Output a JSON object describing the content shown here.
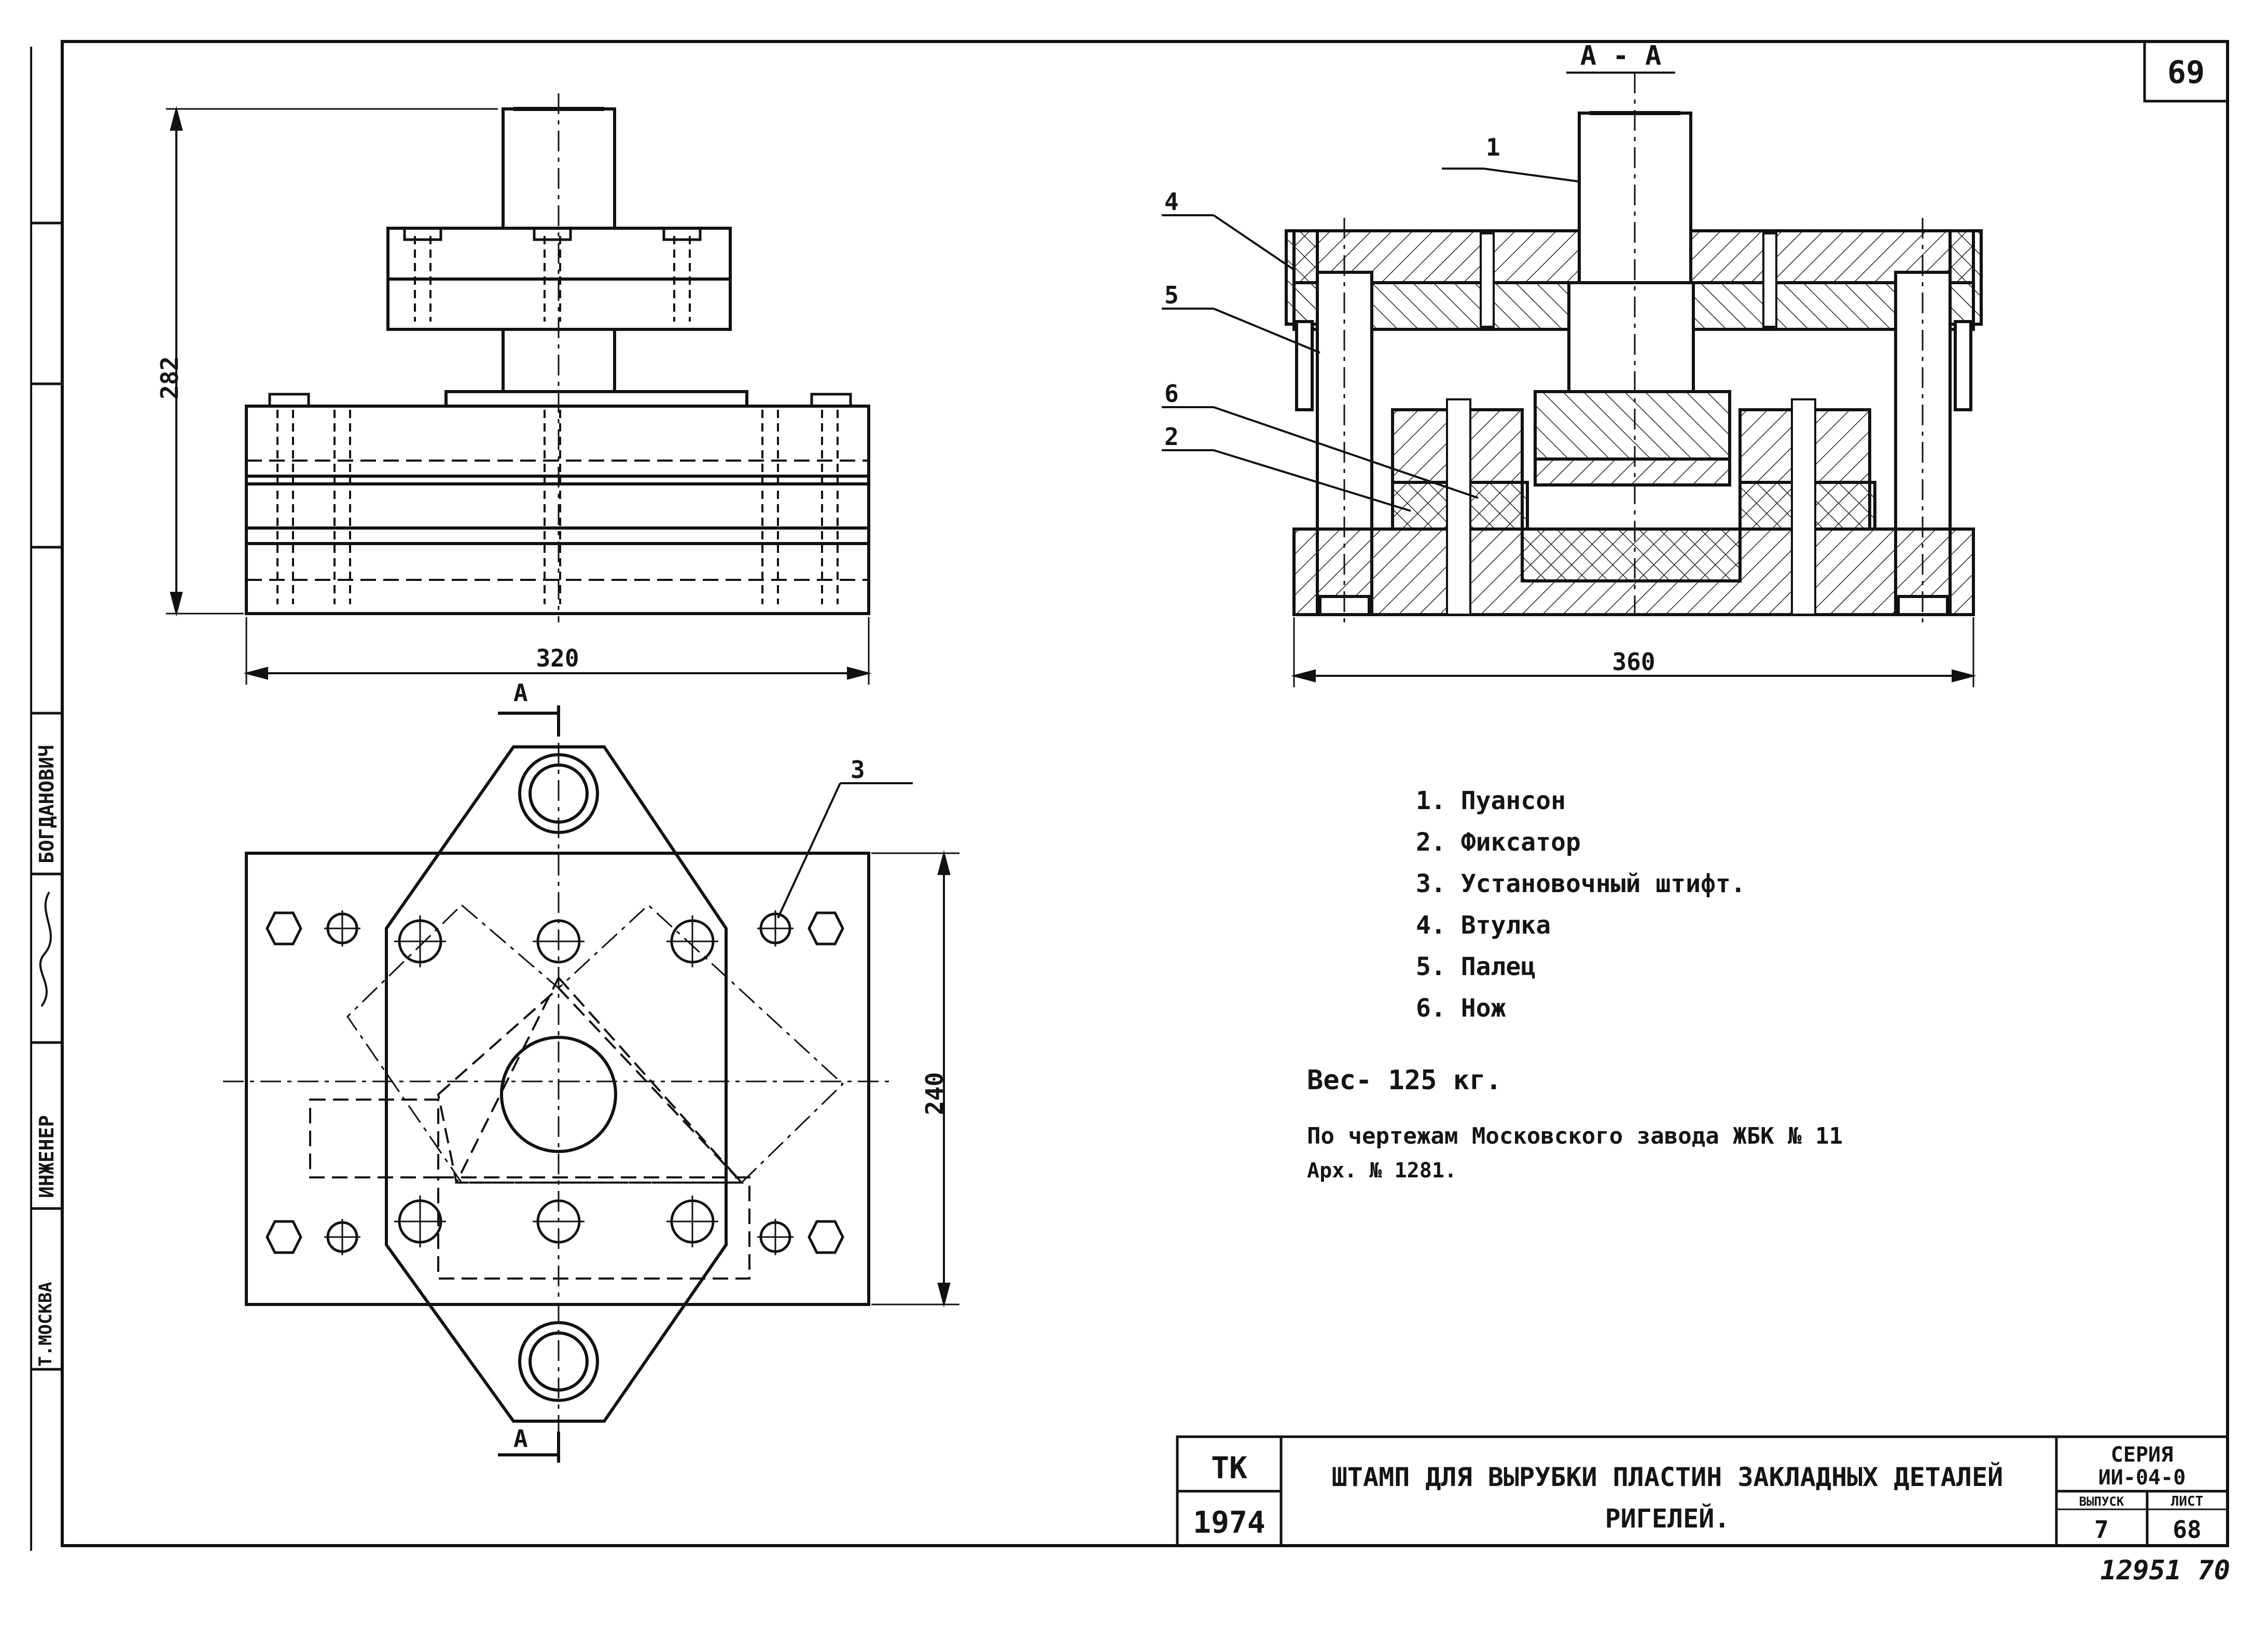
{
  "sheet_number": "69",
  "section_label": "А - А",
  "dimensions": {
    "height_front": "282",
    "width_front": "320",
    "width_section": "360",
    "height_plan": "240"
  },
  "section_mark": "А",
  "callouts": [
    "1",
    "4",
    "5",
    "6",
    "2",
    "3"
  ],
  "parts": [
    "1. Пуансон",
    "2. Фиксатор",
    "3. Установочный штифт.",
    "4. Втулка",
    "5. Палец",
    "6. Нож"
  ],
  "notes": {
    "weight": "Вес- 125 кг.",
    "source_line1": "По чертежам Московского завода ЖБК № 11",
    "source_line2": "Арх. № 1281."
  },
  "side_strip": {
    "org": "Т.МОСКВА",
    "role": "ИНЖЕНЕР",
    "name": "БОГДАНОВИЧ"
  },
  "title_block": {
    "code": "ТК",
    "year": "1974",
    "title_line1": "ШТАМП ДЛЯ ВЫРУБКИ ПЛАСТИН ЗАКЛАДНЫХ ДЕТАЛЕЙ",
    "title_line2": "РИГЕЛЕЙ.",
    "series_label": "СЕРИЯ",
    "series_value": "ИИ-04-0",
    "issue_label": "ВЫПУСК",
    "issue_value": "7",
    "sheet_label": "ЛИСТ",
    "sheet_value": "68"
  },
  "stamp_number": "12951 70"
}
